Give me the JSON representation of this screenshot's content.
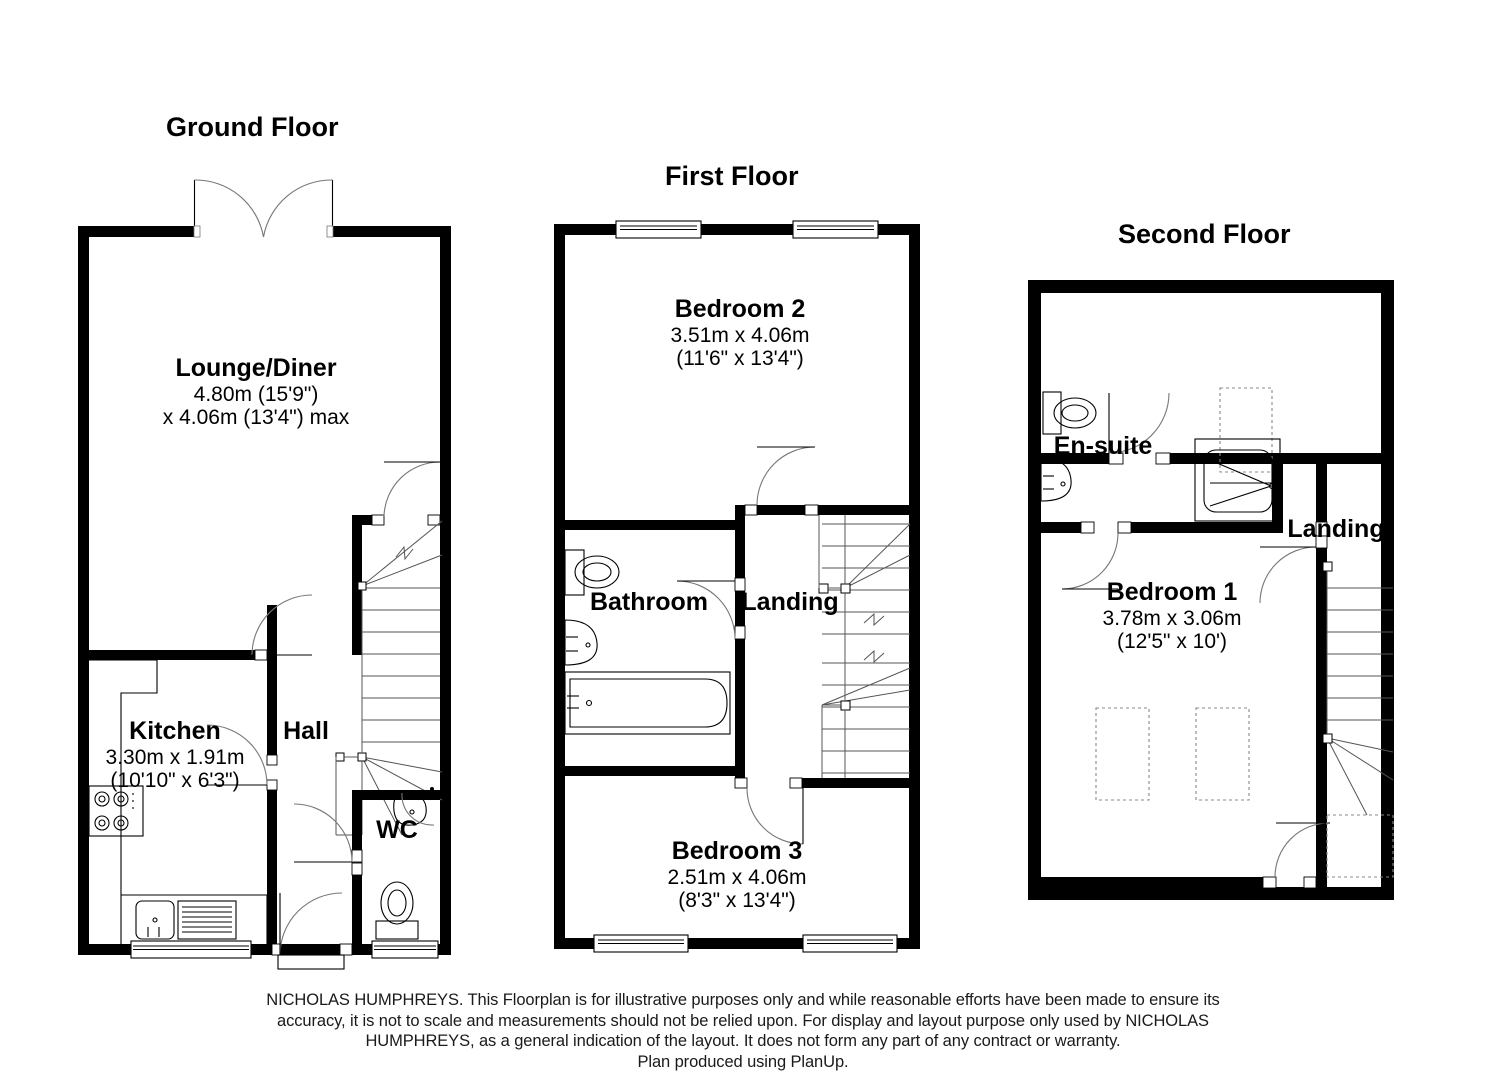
{
  "document": {
    "type": "floor-plan",
    "floors": [
      {
        "id": "ground",
        "title": "Ground Floor",
        "rooms": [
          {
            "id": "lounge-diner",
            "name": "Lounge/Diner",
            "dim_line_1": "4.80m (15'9\")",
            "dim_line_2": "x 4.06m (13'4\") max"
          },
          {
            "id": "kitchen",
            "name": "Kitchen",
            "dim_line_1": "3.30m x 1.91m",
            "dim_line_2": "(10'10\" x 6'3\")"
          },
          {
            "id": "hall",
            "name": "Hall",
            "dim_line_1": "",
            "dim_line_2": ""
          },
          {
            "id": "wc",
            "name": "WC",
            "dim_line_1": "",
            "dim_line_2": ""
          }
        ]
      },
      {
        "id": "first",
        "title": "First Floor",
        "rooms": [
          {
            "id": "bedroom-2",
            "name": "Bedroom 2",
            "dim_line_1": "3.51m x 4.06m",
            "dim_line_2": "(11'6\" x 13'4\")"
          },
          {
            "id": "bathroom",
            "name": "Bathroom",
            "dim_line_1": "",
            "dim_line_2": ""
          },
          {
            "id": "landing-first",
            "name": "Landing",
            "dim_line_1": "",
            "dim_line_2": ""
          },
          {
            "id": "bedroom-3",
            "name": "Bedroom 3",
            "dim_line_1": "2.51m x 4.06m",
            "dim_line_2": "(8'3\" x 13'4\")"
          }
        ]
      },
      {
        "id": "second",
        "title": "Second Floor",
        "rooms": [
          {
            "id": "en-suite",
            "name": "En-suite",
            "dim_line_1": "",
            "dim_line_2": ""
          },
          {
            "id": "landing-second",
            "name": "Landing",
            "dim_line_1": "",
            "dim_line_2": ""
          },
          {
            "id": "bedroom-1",
            "name": "Bedroom 1",
            "dim_line_1": "3.78m x 3.06m",
            "dim_line_2": "(12'5\" x 10')"
          }
        ]
      }
    ]
  },
  "disclaimer": {
    "line1": "NICHOLAS HUMPHREYS. This Floorplan is for illustrative purposes only and while reasonable efforts have been made to ensure its",
    "line2": "accuracy, it is not to scale and measurements should not be relied upon. For display and layout purpose only used by NICHOLAS",
    "line3": "HUMPHREYS, as a general indication of the layout. It does not form any part of any contract or warranty.",
    "line4": "Plan produced using PlanUp."
  },
  "colors": {
    "wall": "#000000",
    "background": "#ffffff",
    "fixture_outline": "#000000",
    "door_swing": "#777777"
  }
}
